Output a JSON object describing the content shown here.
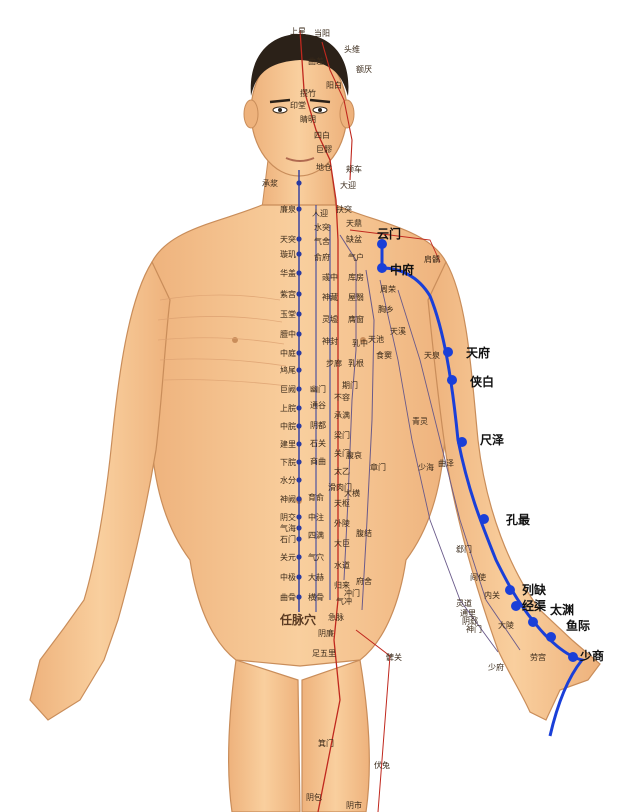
{
  "colors": {
    "skin": "#f6c896",
    "skin_shadow": "#e6a870",
    "hair": "#2b2118",
    "lung_meridian": "#1a3fd8",
    "ren_meridian": "#2a3aa0",
    "stomach_meridian": "#c0281e",
    "other_meridian": "#6a5a8a"
  },
  "meridian_title": "任脉穴",
  "lung_points": [
    {
      "name": "云门"
    },
    {
      "name": "中府"
    },
    {
      "name": "天府"
    },
    {
      "name": "侠白"
    },
    {
      "name": "尺泽"
    },
    {
      "name": "孔最"
    },
    {
      "name": "列缺"
    },
    {
      "name": "经渠"
    },
    {
      "name": "太渊"
    },
    {
      "name": "鱼际"
    },
    {
      "name": "少商"
    }
  ],
  "ren_points": [
    "承浆",
    "廉泉",
    "天突",
    "璇玑",
    "华盖",
    "紫宫",
    "玉堂",
    "膻中",
    "中庭",
    "鸠尾",
    "巨阙",
    "上脘",
    "中脘",
    "建里",
    "下脘",
    "水分",
    "神阙",
    "阴交",
    "气海",
    "石门",
    "关元",
    "中极",
    "曲骨"
  ],
  "head_points": [
    "上星",
    "当阳",
    "头维",
    "曲差",
    "额厌",
    "阳白",
    "攒竹",
    "印堂",
    "睛明",
    "四白",
    "巨髎",
    "地仓",
    "颊车",
    "大迎",
    "人迎",
    "水突",
    "气舍",
    "扶突",
    "天鼎",
    "缺盆"
  ],
  "chest_points": [
    "俞府",
    "彧中",
    "神藏",
    "灵墟",
    "神封",
    "步廊",
    "气户",
    "库房",
    "屋翳",
    "膺窗",
    "乳中",
    "乳根",
    "周荣",
    "胸乡",
    "天溪",
    "食窦",
    "天池",
    "肩髃"
  ],
  "abdomen_points": [
    "幽门",
    "不容",
    "通谷",
    "承满",
    "阴都",
    "梁门",
    "石关",
    "关门",
    "商曲",
    "太乙",
    "滑肉门",
    "育俞",
    "天枢",
    "中注",
    "外陵",
    "四满",
    "大巨",
    "气穴",
    "水道",
    "大赫",
    "归来",
    "横骨",
    "气冲",
    "期门",
    "腹哀",
    "章门",
    "大横",
    "腹结",
    "府舍",
    "冲门",
    "急脉",
    "阴廉"
  ],
  "arm_points": [
    "天泉",
    "青灵",
    "少海",
    "曲泽",
    "郄门",
    "间使",
    "内关",
    "大陵",
    "灵道",
    "通里",
    "阴郄",
    "神门",
    "劳宫",
    "少府"
  ],
  "leg_points": [
    "髀关",
    "足五里",
    "箕门",
    "伏兔",
    "阴包",
    "阴市"
  ]
}
